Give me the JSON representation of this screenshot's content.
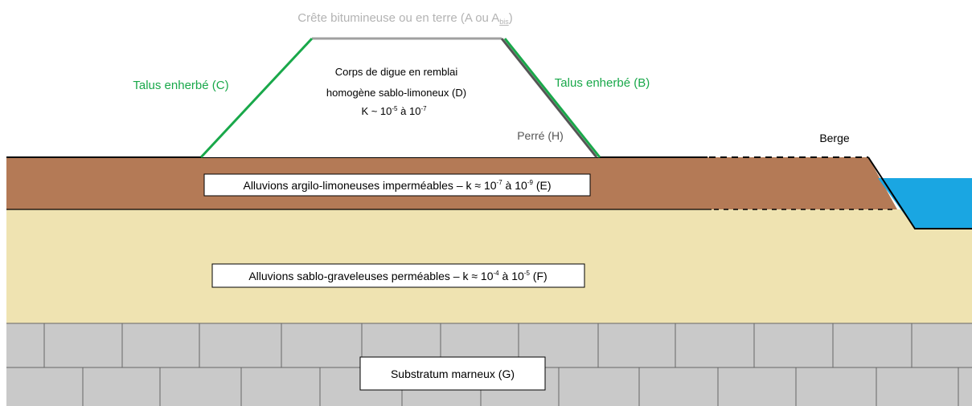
{
  "labels": {
    "crest": "Crête bitumineuse ou en terre (A ou A",
    "crest_sub": "bis",
    "crest_close": ")",
    "talus_c": "Talus enherbé (C)",
    "talus_b": "Talus enherbé (B)",
    "body_line1": "Corps de digue en remblai",
    "body_line2": "homogène sablo-limoneux (D)",
    "body_k_prefix": "K ~ 10",
    "body_k_exp1": "-5",
    "body_k_mid": " à 10",
    "body_k_exp2": "-7",
    "perre": "Perré (H)",
    "berge": "Berge",
    "layer_e_prefix": "Alluvions argilo-limoneuses imperméables – k ≈ 10",
    "layer_e_exp1": "-7",
    "layer_e_mid": " à 10",
    "layer_e_exp2": "-9",
    "layer_e_suffix": " (E)",
    "layer_f_prefix": "Alluvions sablo-graveleuses perméables – k ≈ 10",
    "layer_f_exp1": "-4",
    "layer_f_mid": " à 10",
    "layer_f_exp2": "-5",
    "layer_f_suffix": " (F)",
    "layer_g": "Substratum marneux (G)"
  },
  "colors": {
    "clay": "#b47a56",
    "sand": "#efe3b1",
    "marl": "#c9c9c9",
    "water": "#1aa6e2",
    "grass": "#19a84a",
    "perre": "#555555",
    "crest": "#a0a0a0",
    "crest_text": "#b3b3b3",
    "text": "#000000"
  }
}
